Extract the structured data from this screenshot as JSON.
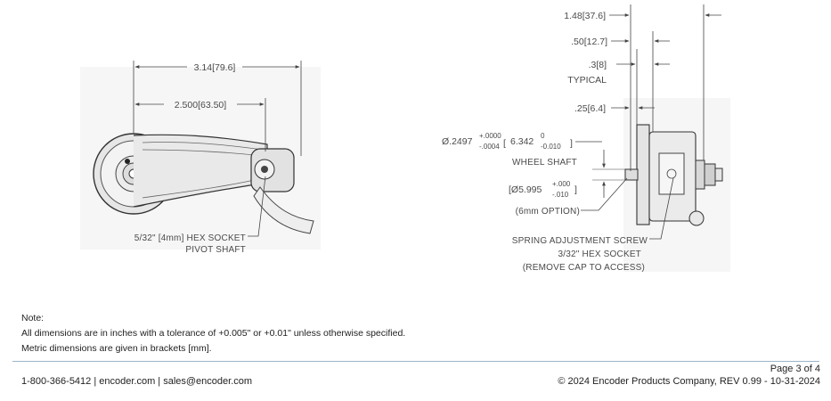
{
  "left_view": {
    "dim_overall": "3.14[79.6]",
    "dim_center": "2.500[63.50]",
    "callout_line1": "5/32\" [4mm] HEX SOCKET",
    "callout_line2": "PIVOT SHAFT"
  },
  "right_view": {
    "dim_148": "1.48[37.6]",
    "dim_050": ".50[12.7]",
    "dim_03": ".3[8]",
    "dim_03_note": "TYPICAL",
    "dim_025": ".25[6.4]",
    "shaft_dia_main": "Ø.2497",
    "shaft_tol_plus": "+.0000",
    "shaft_tol_minus": "-.0004",
    "shaft_metric": "6.342",
    "shaft_metric_plus": "0",
    "shaft_metric_minus": "-0.010",
    "shaft_label": "WHEEL SHAFT",
    "option_dia": "[Ø5.995",
    "option_plus": "+.000",
    "option_minus": "-.010",
    "option_close": "]",
    "option_label": "(6mm OPTION)",
    "spring_line1": "SPRING ADJUSTMENT SCREW",
    "spring_line2": "3/32\" HEX SOCKET",
    "spring_line3": "(REMOVE CAP TO ACCESS)"
  },
  "notes": {
    "heading": "Note:",
    "line1": "All dimensions are in inches with a tolerance of +0.005\" or +0.01\" unless otherwise specified.",
    "line2": "Metric dimensions are given in brackets [mm]."
  },
  "footer": {
    "contact": "1-800-366-5412 | encoder.com | sales@encoder.com",
    "page": "Page 3 of 4",
    "copyright": "© 2024 Encoder Products Company, REV 0.99 - 10-31-2024"
  }
}
